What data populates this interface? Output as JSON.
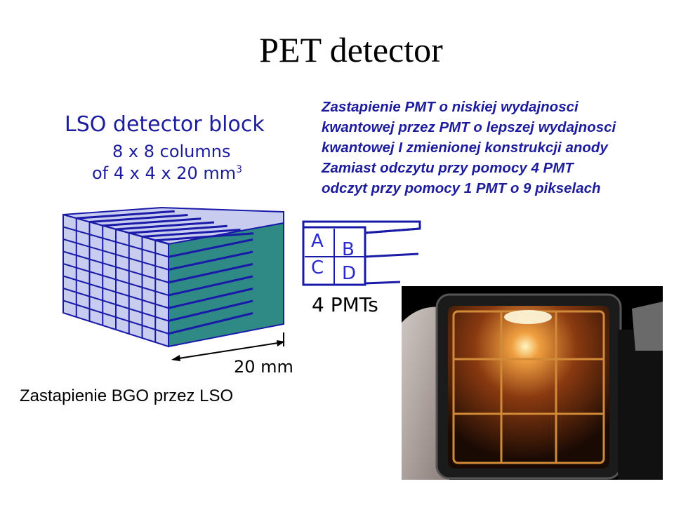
{
  "title": "PET detector",
  "block": {
    "title": "LSO detector block",
    "line1": "8 x 8 columns",
    "line2_main": "of 4 x 4 x 20 mm",
    "line2_sup": "3"
  },
  "description": {
    "lines": [
      "Zastapienie PMT o niskiej wydajnosci",
      "kwantowej przez PMT o lepszej wydajnosci",
      "kwantowej I zmienionej konstrukcji anody",
      "Zamiast odczytu przy pomocy 4 PMT",
      "odczyt przy pomocy 1 PMT o 9 pikselach"
    ]
  },
  "dimension_label": "20 mm",
  "bgo_label": "Zastapienie BGO przez LSO",
  "pmt": {
    "letters": [
      "A",
      "B",
      "C",
      "D"
    ],
    "label": "4 PMTs"
  },
  "colors": {
    "text_blue": "#1c1c9c",
    "crystal_face": "#c8cdf0",
    "crystal_line": "#1a1aa8",
    "block_side": "#2f8a86",
    "pmt_letter": "#2a2ad0"
  }
}
